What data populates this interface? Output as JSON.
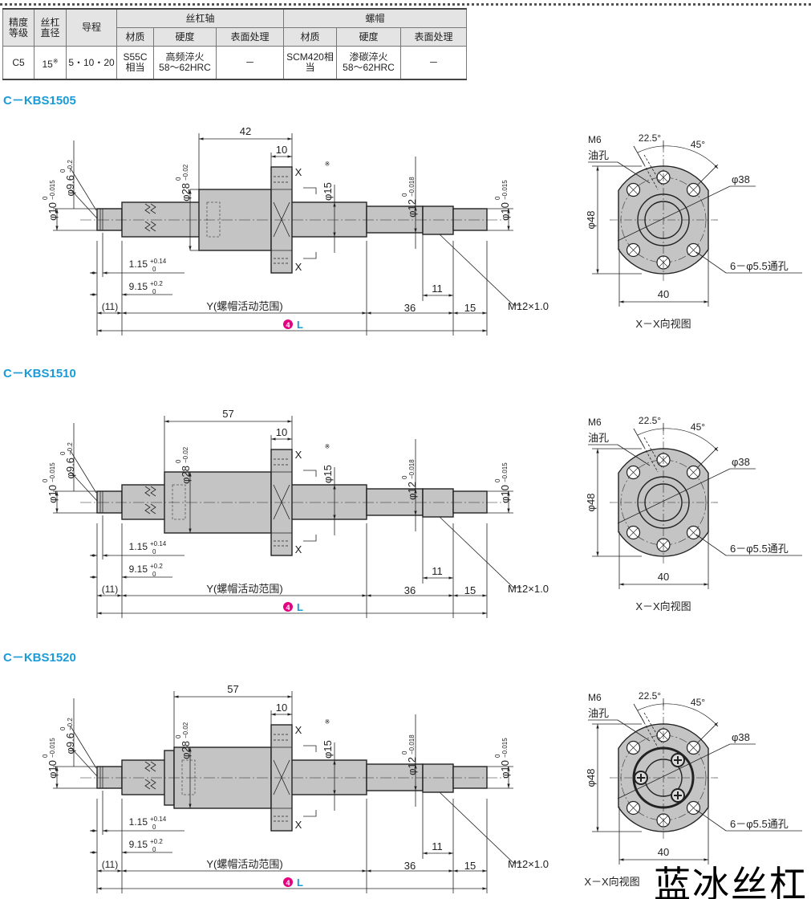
{
  "table": {
    "headers": {
      "grade": "精度等级",
      "diameter": "丝杠直径",
      "lead": "导程",
      "shaft_group": "丝杠轴",
      "nut_group": "螺帽",
      "material": "材质",
      "hardness": "硬度",
      "surface": "表面处理"
    },
    "row": {
      "grade": "C5",
      "diameter": "15",
      "diameter_mark": "※",
      "lead": "5・10・20",
      "shaft_material": "S55C相当",
      "shaft_hardness_1": "高频淬火",
      "shaft_hardness_2": "58～62HRC",
      "shaft_surface": "－",
      "nut_material": "SCM420相当",
      "nut_hardness_1": "渗碳淬火",
      "nut_hardness_2": "58～62HRC",
      "nut_surface": "－"
    }
  },
  "sections": [
    {
      "title": "C－KBS1505",
      "nut_length": "42",
      "has_screws": false
    },
    {
      "title": "C－KBS1510",
      "nut_length": "57",
      "has_screws": false
    },
    {
      "title": "C－KBS1520",
      "nut_length": "57",
      "has_screws": true
    }
  ],
  "labels": {
    "phi10": "φ10",
    "tol_0": "0",
    "tol_015": "−0.015",
    "phi9_6": "φ9.6",
    "tol_02": "−0.2",
    "phi28": "φ28",
    "tol_002": "−0.02",
    "flange_width": "10",
    "x_mark": "X",
    "phi15": "φ15",
    "ref_mark": "※",
    "phi12": "φ12",
    "tol_018": "−0.018",
    "d1_15": "1.15",
    "tol_p014": "+0.14",
    "d9_15": "9.15",
    "tol_p02": "+0.2",
    "d11": "11",
    "paren11": "(11)",
    "y_range": "Y(螺帽活动范围)",
    "d36": "36",
    "d15": "15",
    "L_badge": "4",
    "L": "L",
    "thread": "M12×1.0",
    "m6": "M6",
    "oil_hole": "油孔",
    "angle_22_5": "22.5°",
    "angle_45": "45°",
    "phi38": "φ38",
    "phi48": "φ48",
    "holes": "6－φ5.5通孔",
    "w40": "40",
    "view": "X－X向视图"
  },
  "colors": {
    "title": "#1a9bd7",
    "badge": "#e4007f",
    "part_fill": "#c4c4c4"
  },
  "watermark": "蓝冰丝杠"
}
